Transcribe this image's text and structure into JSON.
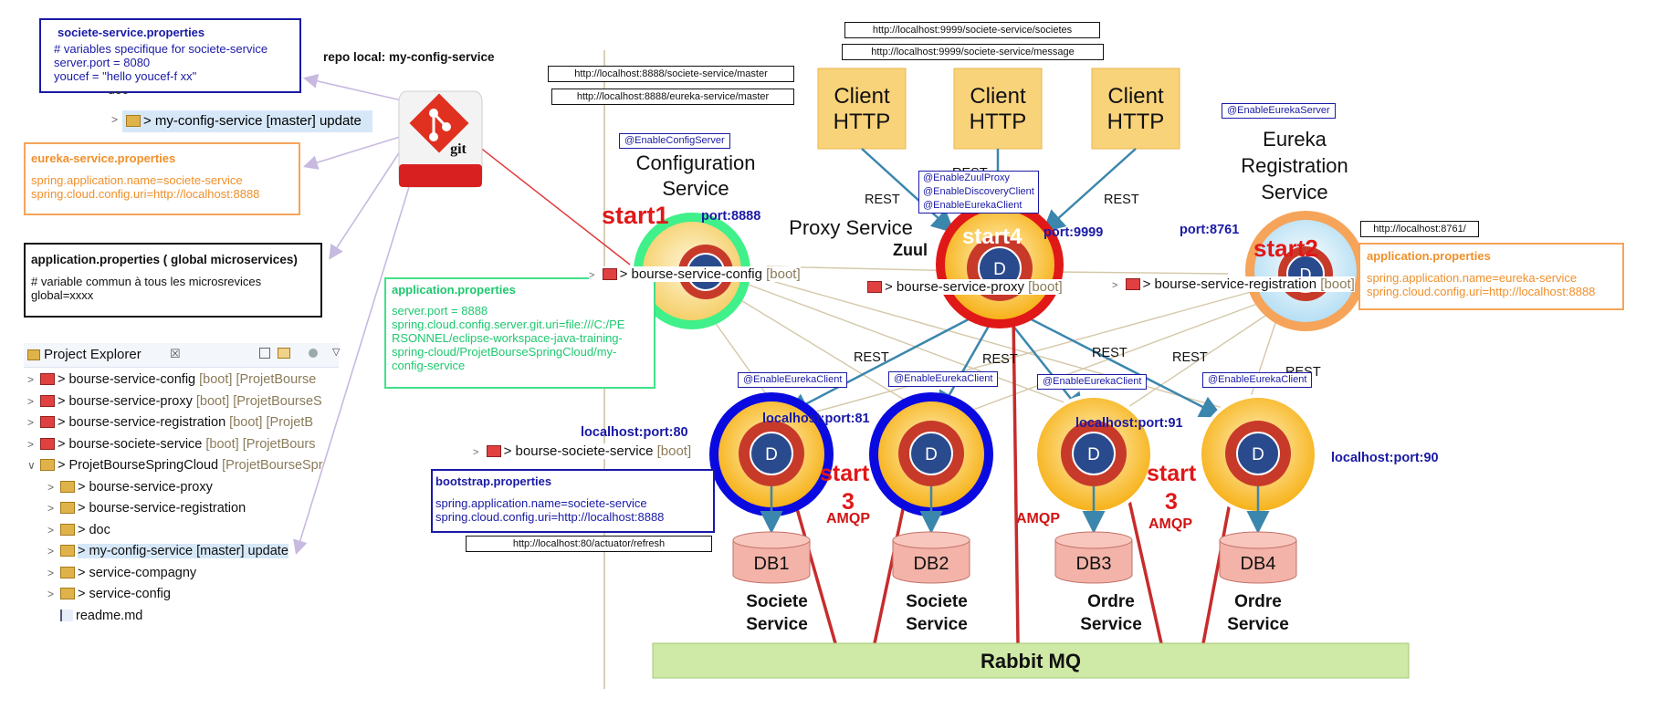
{
  "git": {
    "repo_label": "repo local:  my-config-service",
    "logo_text": "git"
  },
  "boxes": {
    "societe_props": {
      "title": "societe-service.properties",
      "lines": [
        "#  variables specifique for societe-service",
        "server.port = 8080",
        "youcef = \"hello youcef-f xx\""
      ]
    },
    "eureka_props": {
      "title": "eureka-service.properties",
      "lines": [
        "spring.application.name=societe-service",
        "spring.cloud.config.uri=http://localhost:8888"
      ]
    },
    "app_props_global": {
      "title": "application.properties  ( global microservices)",
      "lines": [
        "# variable commun à tous les microsrevices",
        "global=xxxx"
      ]
    },
    "app_props_config": {
      "title": "application.properties",
      "lines": [
        "server.port = 8888",
        "spring.cloud.config.server.git.uri=file:///C:/PE",
        "RSONNEL/eclipse-workspace-java-training-",
        "spring-cloud/ProjetBourseSpringCloud/my-",
        "config-service"
      ]
    },
    "app_props_eureka": {
      "title": "application.properties",
      "lines": [
        "spring.application.name=eureka-service",
        "spring.cloud.config.uri=http://localhost:8888"
      ]
    },
    "bootstrap_props": {
      "title": "bootstrap.properties",
      "lines": [
        "spring.application.name=societe-service",
        "spring.cloud.config.uri=http://localhost:8888"
      ]
    }
  },
  "urls": {
    "societes": "http://localhost:9999/societe-service/societes",
    "message": "http://localhost:9999/societe-service/message",
    "societe_master": "http://localhost:8888/societe-service/master",
    "eureka_master": "http://localhost:8888/eureka-service/master",
    "eureka_dash": "http://localhost:8761/",
    "actuator": "http://localhost:80/actuator/refresh"
  },
  "annotations": {
    "config_server": "@EnableConfigServer",
    "eureka_server": "@EnableEurekaServer",
    "zuul_proxy": "@EnableZuulProxy",
    "discovery_client": "@EnableDiscoveryClient",
    "eureka_client": "@EnableEurekaClient"
  },
  "project_explorer": {
    "title": "Project Explorer",
    "tab_close": "☒",
    "top_item": "> my-config-service [master] update",
    "partial_item": "doc",
    "items": [
      {
        "label": "> bourse-service-config",
        "suffix": " [boot] [ProjetBourse",
        "kind": "boot",
        "indent": 0,
        "chevron": ">"
      },
      {
        "label": "> bourse-service-proxy",
        "suffix": " [boot] [ProjetBourseS",
        "kind": "boot",
        "indent": 0,
        "chevron": ">"
      },
      {
        "label": "> bourse-service-registration",
        "suffix": " [boot] [ProjetB",
        "kind": "boot",
        "indent": 0,
        "chevron": ">"
      },
      {
        "label": "> bourse-societe-service",
        "suffix": " [boot] [ProjetBours",
        "kind": "boot",
        "indent": 0,
        "chevron": ">"
      },
      {
        "label": "> ProjetBourseSpringCloud",
        "suffix": " [ProjetBourseSpr",
        "kind": "root",
        "indent": 0,
        "chevron": "∨"
      },
      {
        "label": "> bourse-service-proxy",
        "suffix": "",
        "kind": "folder",
        "indent": 1,
        "chevron": ">"
      },
      {
        "label": "> bourse-service-registration",
        "suffix": "",
        "kind": "folder",
        "indent": 1,
        "chevron": ">"
      },
      {
        "label": "> doc",
        "suffix": "",
        "kind": "folder",
        "indent": 1,
        "chevron": ">"
      },
      {
        "label": "> my-config-service [master] update",
        "suffix": "",
        "kind": "folder",
        "indent": 1,
        "chevron": ">",
        "selected": true
      },
      {
        "label": "> service-compagny",
        "suffix": "",
        "kind": "folder",
        "indent": 1,
        "chevron": ">"
      },
      {
        "label": "> service-config",
        "suffix": "",
        "kind": "folder",
        "indent": 1,
        "chevron": ">"
      },
      {
        "label": "readme.md",
        "suffix": "",
        "kind": "file",
        "indent": 1,
        "chevron": ""
      }
    ]
  },
  "diagram": {
    "client_label_1": "Client",
    "client_label_2": "HTTP",
    "config_title": [
      "Configuration",
      "Service"
    ],
    "proxy_title": "Proxy Service",
    "zuul": "Zuul",
    "eureka_title": [
      "Eureka",
      "Registration",
      "Service"
    ],
    "node_letter": "D",
    "rest": "REST",
    "amqp": "AMQP",
    "rabbit": "Rabbit MQ",
    "dbs": [
      "DB1",
      "DB2",
      "DB3",
      "DB4"
    ],
    "services": [
      [
        "Societe",
        "Service"
      ],
      [
        "Societe",
        "Service"
      ],
      [
        "Ordre",
        "Service"
      ],
      [
        "Ordre",
        "Service"
      ]
    ],
    "start1": "start1",
    "start2": "start2",
    "start3a": "start",
    "start3b": "3",
    "start4": "start4",
    "ports": {
      "p8888": "port:8888",
      "p9999": "port:9999",
      "p8761": "port:8761",
      "l80": "localhost:port:80",
      "l81": "localhost:port:81",
      "l91": "localhost:port:91",
      "l90": "localhost:port:90"
    },
    "svc_labels": {
      "config": "> bourse-service-config",
      "config_suffix": " [boot]",
      "proxy": "> bourse-service-proxy",
      "proxy_suffix": " [boot]",
      "registration": "> bourse-service-registration",
      "registration_suffix": " [boot]",
      "societe": "> bourse-societe-service",
      "societe_suffix": " [boot]"
    }
  },
  "colors": {
    "blue": "#1a1aa6",
    "orange": "#f0902b",
    "green": "#20c870",
    "red": "#e01818",
    "client_fill": "#f9d37a",
    "db_fill": "#f4b3a8",
    "rabbit_fill": "#cfe9a6"
  }
}
